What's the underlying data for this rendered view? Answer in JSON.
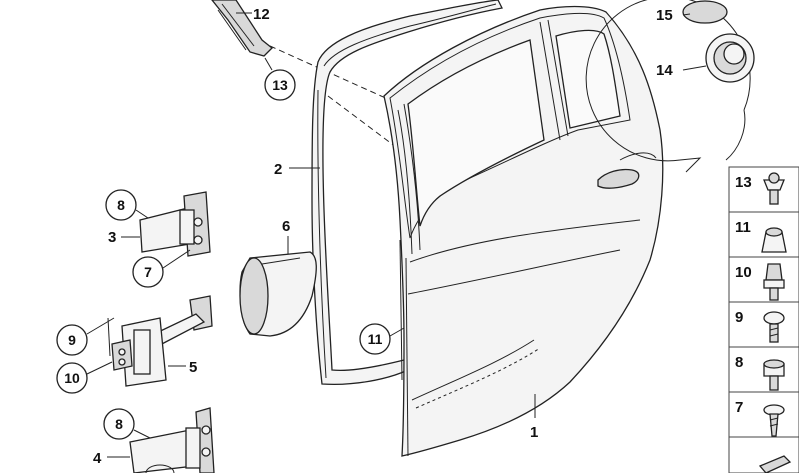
{
  "labels": {
    "door": "1",
    "seal": "2",
    "upper_hinge": "3",
    "lower_hinge": "4",
    "door_check": "5",
    "pocket": "6",
    "screw_7": "7",
    "screw_8": "8",
    "screw_9": "9",
    "bolt_10": "10",
    "clip_11": "11",
    "trim_12": "12",
    "expansion_rivet_13": "13",
    "grommet_14": "14",
    "plug_15": "15"
  },
  "side_column": [
    "13",
    "11",
    "10",
    "9",
    "8",
    "7"
  ]
}
